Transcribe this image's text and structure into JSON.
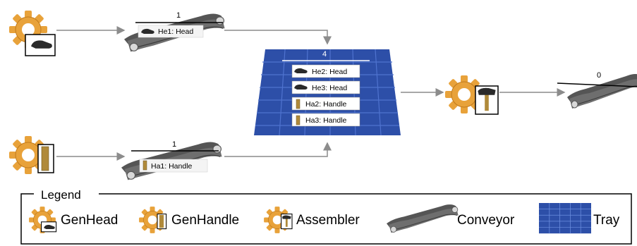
{
  "nodes": {
    "genhead_top": {
      "icon": "gear-head-icon"
    },
    "genhandle_bottom": {
      "icon": "gear-handle-icon"
    },
    "conveyor_head": {
      "count": "1",
      "items": [
        "He1: Head"
      ]
    },
    "conveyor_handle": {
      "count": "1",
      "items": [
        "Ha1: Handle"
      ]
    },
    "tray": {
      "count": "4",
      "items": [
        "He2: Head",
        "He3: Head",
        "Ha2: Handle",
        "Ha3: Handle"
      ]
    },
    "assembler": {
      "icon": "gear-hammer-icon"
    },
    "conveyor_out": {
      "count": "0"
    }
  },
  "legend": {
    "title": "Legend",
    "items": [
      "GenHead",
      "GenHandle",
      "Assembler",
      "Conveyor",
      "Tray"
    ]
  },
  "colors": {
    "gear": "#e8a23a",
    "conveyor": "#4a4a4a",
    "tray": "#2d4fa8",
    "arrow": "#8c8c8c"
  }
}
